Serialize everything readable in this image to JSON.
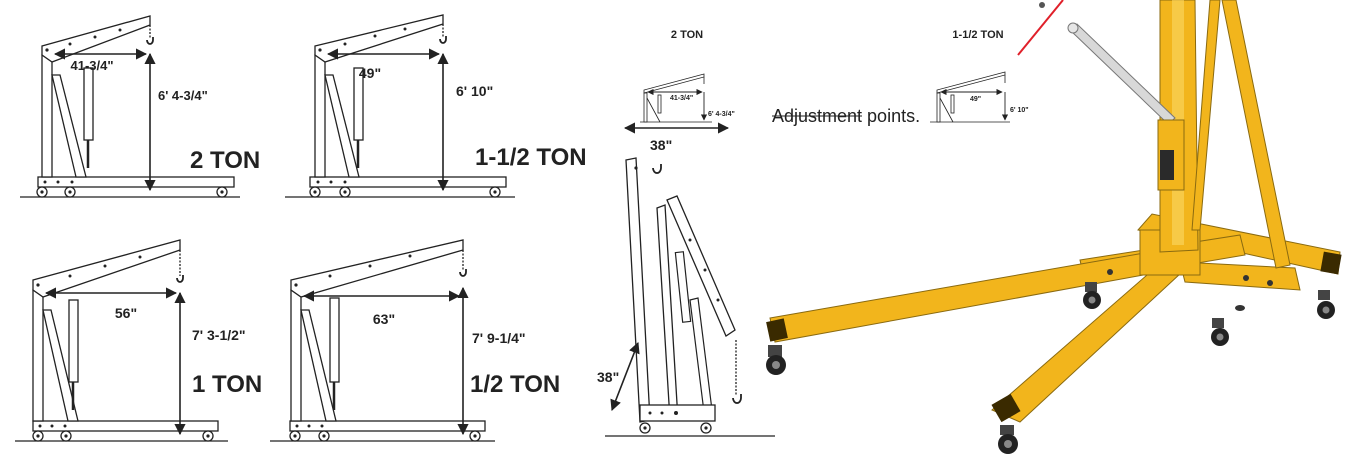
{
  "panels": [
    {
      "width_label": "41-3/4\"",
      "height_label": "6' 4-3/4\"",
      "capacity": "2 TON"
    },
    {
      "width_label": "49\"",
      "height_label": "6' 10\"",
      "capacity": "1-1/2 TON"
    },
    {
      "width_label": "56\"",
      "height_label": "7' 3-1/2\"",
      "capacity": "1 TON"
    },
    {
      "width_label": "63\"",
      "height_label": "7' 9-1/4\"",
      "capacity": "1/2 TON"
    }
  ],
  "mini": [
    {
      "title": "2 TON",
      "width_label": "41-3/4\"",
      "height_label": "6' 4-3/4\""
    },
    {
      "title": "1-1/2 TON",
      "width_label": "49\"",
      "height_label": "6' 10\""
    }
  ],
  "folded": {
    "width_label": "38\"",
    "height_label": "38\""
  },
  "photo": {
    "annotation": "Adjustment points."
  },
  "colors": {
    "crane_yellow": "#f2b51c",
    "line": "#222222",
    "pointer": "#e0202a"
  }
}
